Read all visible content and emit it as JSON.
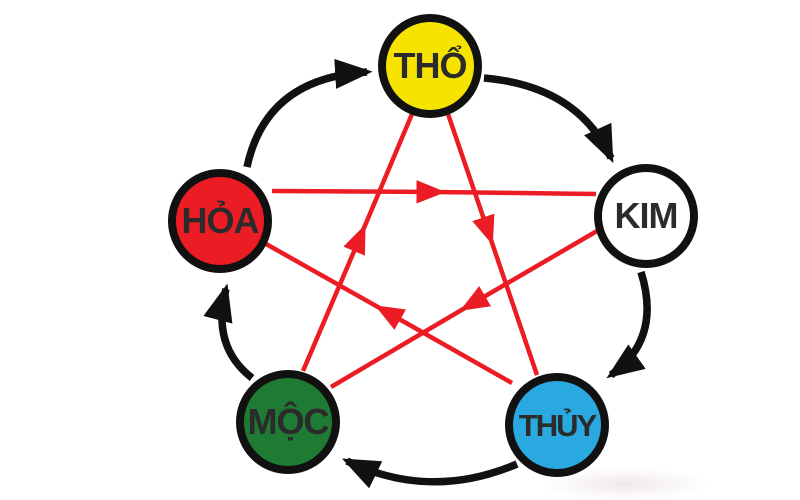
{
  "diagram": {
    "name": "ngu-hanh-five-elements-cycle",
    "background": "#ffffff",
    "node_border_color": "#111111",
    "label_color": "#2b2b2b",
    "nodes": [
      {
        "id": "tho",
        "label": "THỔ",
        "fill": "#f6e400",
        "position": "top"
      },
      {
        "id": "kim",
        "label": "KIM",
        "fill": "#ffffff",
        "position": "right"
      },
      {
        "id": "thuy",
        "label": "THỦY",
        "fill": "#29a9e0",
        "position": "bottom-right"
      },
      {
        "id": "moc",
        "label": "MỘC",
        "fill": "#1f7a33",
        "position": "bottom-left"
      },
      {
        "id": "hoa",
        "label": "HỎA",
        "fill": "#ec1c24",
        "position": "left"
      }
    ],
    "generating_cycle": {
      "style": "outer black curved arrows, clockwise",
      "color": "#111111",
      "arrows": [
        {
          "from": "HỎA",
          "to": "THỔ"
        },
        {
          "from": "THỔ",
          "to": "KIM"
        },
        {
          "from": "KIM",
          "to": "THỦY"
        },
        {
          "from": "THỦY",
          "to": "MỘC"
        },
        {
          "from": "MỘC",
          "to": "HỎA"
        }
      ]
    },
    "overcoming_cycle": {
      "style": "inner red straight arrows forming a five-pointed star",
      "color": "#ec1c24",
      "arrows": [
        {
          "from": "HỎA",
          "to": "KIM"
        },
        {
          "from": "THỔ",
          "to": "THỦY"
        },
        {
          "from": "MỘC",
          "to": "THỔ"
        },
        {
          "from": "KIM",
          "to": "MỘC"
        },
        {
          "from": "THỦY",
          "to": "HỎA"
        }
      ]
    }
  }
}
